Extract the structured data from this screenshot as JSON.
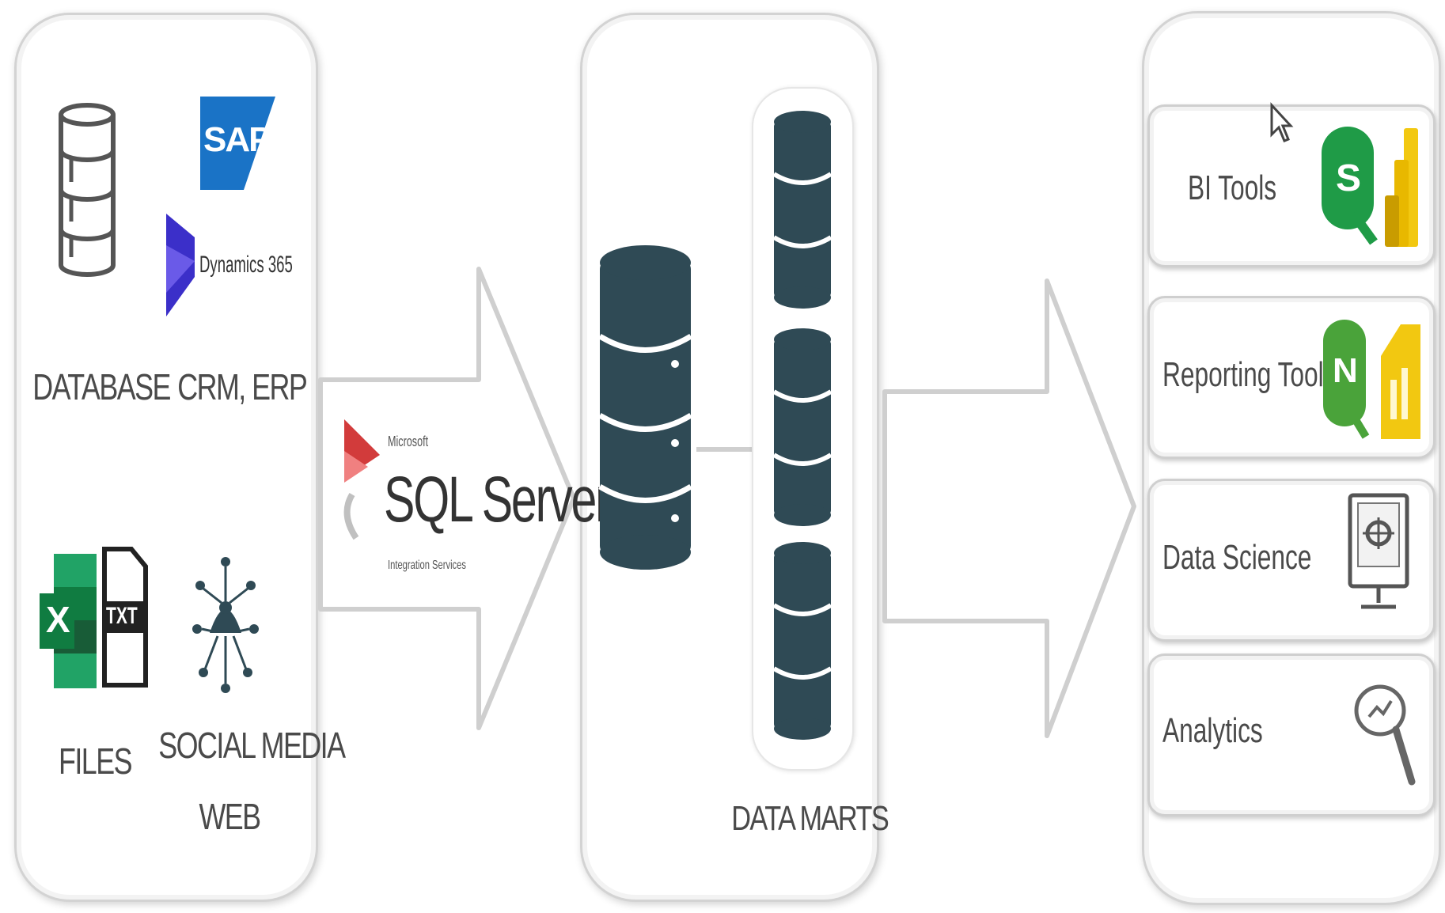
{
  "sources": {
    "database_label": "DATABASE",
    "crm_erp_label": "CRM, ERP",
    "files_label": "FILES",
    "social_label_line1": "SOCIAL MEDIA",
    "social_label_line2": "WEB",
    "sap_logo_text": "SAP",
    "dynamics_logo_text": "Dynamics 365",
    "excel_letter": "X",
    "txt_letters": "TXT"
  },
  "integration": {
    "brand_small": "Microsoft",
    "product": "SQL Server",
    "subtitle": "Integration Services"
  },
  "warehouse": {
    "data_marts_label": "DATA MARTS"
  },
  "consumers": {
    "tools": [
      {
        "label": "BI Tools"
      },
      {
        "label": "Reporting Tools"
      },
      {
        "label": "Data Science"
      },
      {
        "label": "Analytics"
      }
    ],
    "qlik_sense_letter": "S",
    "qlikview_letter": "N"
  },
  "colors": {
    "db_icon": "#2f4a55",
    "text": "#4a4a4a",
    "sap_blue": "#1a73c6",
    "dynamics_blue": "#3b2fc9",
    "excel_green": "#1e7a45",
    "qlik_green": "#1f9b47",
    "powerbi_yellow": "#f2c811",
    "ssis_red": "#d23b3b"
  }
}
